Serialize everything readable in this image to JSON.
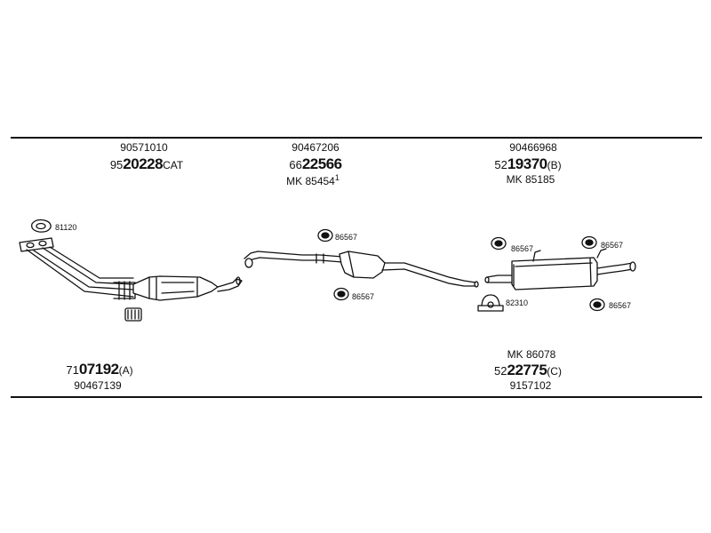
{
  "groups": {
    "front": {
      "top_number": "90571010",
      "main_prefix": "95",
      "main_bold": "20228",
      "main_suffix": "CAT",
      "bottom_prefix": "71",
      "bottom_bold": "07192",
      "bottom_suffix": "(A)",
      "bottom_number": "90467139"
    },
    "middle": {
      "top_number": "90467206",
      "main_prefix": "66",
      "main_bold": "22566",
      "kit": "MK 85454",
      "kit_sup": "1"
    },
    "rear": {
      "top_number": "90466968",
      "main_prefix": "52",
      "main_bold": "19370",
      "main_suffix": "(B)",
      "kit": "MK 85185",
      "kit2": "MK 86078",
      "bottom_prefix": "52",
      "bottom_bold": "22775",
      "bottom_suffix": "(C)",
      "bottom_number": "9157102"
    }
  },
  "part_refs": {
    "gasket": "81120",
    "hanger_mid_top": "86567",
    "hanger_mid_bottom": "86567",
    "hanger_rear_left": "86567",
    "hanger_rear_right": "86567",
    "hanger_rear_bottom": "86567",
    "clamp": "82310"
  }
}
